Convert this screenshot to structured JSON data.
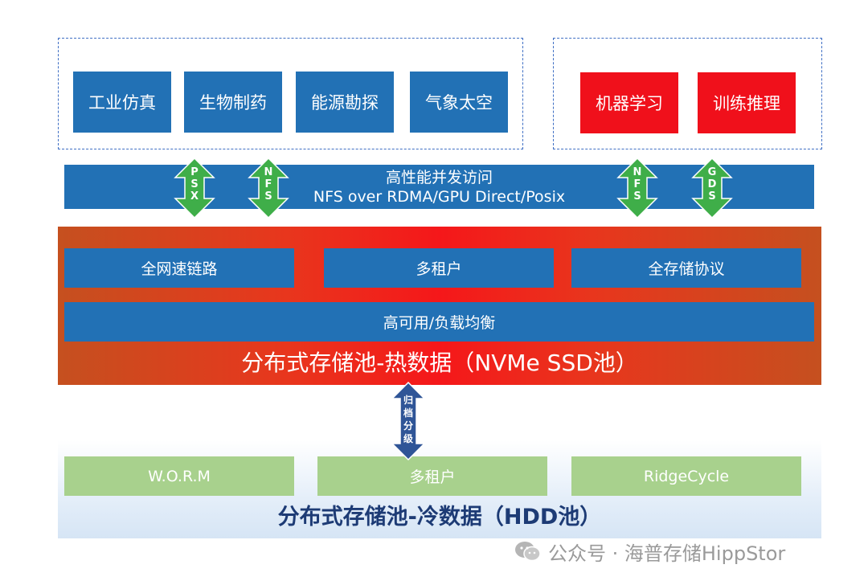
{
  "hpc_apps": [
    "工业仿真",
    "生物制药",
    "能源勘探",
    "气象太空"
  ],
  "ai_apps": [
    "机器学习",
    "训练推理"
  ],
  "protocol_bar": {
    "line1": "高性能并发访问",
    "line2": "NFS over RDMA/GPU Direct/Posix"
  },
  "arrows": [
    {
      "letters": [
        "P",
        "S",
        "X"
      ]
    },
    {
      "letters": [
        "N",
        "F",
        "S"
      ]
    },
    {
      "letters": [
        "N",
        "F",
        "S"
      ]
    },
    {
      "letters": [
        "G",
        "D",
        "S"
      ]
    }
  ],
  "hot_pool": {
    "features": [
      "全网速链路",
      "多租户",
      "全存储协议"
    ],
    "ha_bar": "高可用/负载均衡",
    "title": "分布式存储池-热数据（NVMe SSD池）"
  },
  "tier_arrow": {
    "letters": [
      "归",
      "档",
      "分",
      "级"
    ]
  },
  "cold_pool": {
    "features": [
      "W.O.R.M",
      "多租户",
      "RidgeCycle"
    ],
    "title": "分布式存储池-冷数据（HDD池）"
  },
  "watermark": "公众号 · 海普存储HippStor",
  "colors": {
    "app_blue": "#2271b5",
    "ai_red": "#f0101b",
    "arrow_green": "#3fae49",
    "cold_green": "#a8d18d",
    "cold_title": "#1d3b75"
  }
}
